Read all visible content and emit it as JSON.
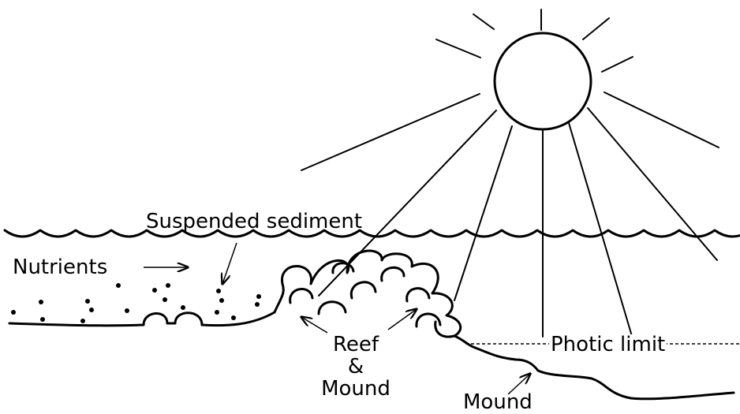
{
  "labels": {
    "suspended_sediment": "Suspended sediment",
    "nutrients": "Nutrients",
    "reef_mound_line1": "Reef",
    "reef_mound_line2": "&",
    "reef_mound_line3": "Mound",
    "photic_limit": "Photic limit",
    "mound": "Mound"
  },
  "colors": {
    "ink": "#000000",
    "background": "#ffffff"
  }
}
